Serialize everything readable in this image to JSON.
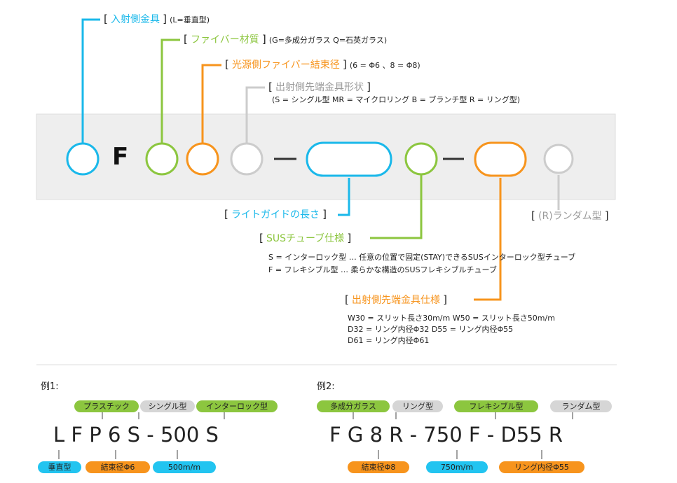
{
  "colors": {
    "blue": "#1ab8ea",
    "green": "#8cc63f",
    "orange": "#f7941d",
    "gray": "#cccccc",
    "panel": "#eeeeee"
  },
  "labels": {
    "incident": {
      "open": "[",
      "name": "入射側金具",
      "close": "]",
      "note": "(L=垂直型)"
    },
    "fiber": {
      "open": "[",
      "name": "ファイバー材質",
      "close": "]",
      "note": "(G=多成分ガラス Q=石英ガラス)"
    },
    "bundle": {
      "open": "[",
      "name": "光源側ファイバー結束径",
      "close": "]",
      "note": "(6 = Φ6 、8 = Φ8)"
    },
    "exit_shape": {
      "open": "[",
      "name": "出射側先端金具形状",
      "close": "]",
      "note": "(S = シングル型 MR = マイクロリング B = ブランチ型 R = リング型)"
    },
    "length": {
      "open": "[",
      "name": "ライトガイドの長さ",
      "close": "]"
    },
    "random": {
      "open": "[",
      "name": "(R)ランダム型",
      "close": "]"
    },
    "sus": {
      "open": "[",
      "name": "SUSチューブ仕様",
      "close": "]",
      "lines": [
        "S = インターロック型 … 任意の位置で固定(STAY)できるSUSインターロック型チューブ",
        "F = フレキシブル型 … 柔らかな構造のSUSフレキシブルチューブ"
      ]
    },
    "exit_spec": {
      "open": "[",
      "name": "出射側先端金具仕様",
      "close": "]",
      "lines": [
        "W30 = スリット長さ30m/m  W50 = スリット長さ50m/m",
        "D32 = リング内径Φ32  D55 = リング内径Φ55",
        "D61 = リング内径Φ61"
      ]
    }
  },
  "code_letter": "F",
  "dash": "—",
  "examples": [
    {
      "title": "例1:",
      "code": "L F P 6 S - 500 S",
      "top_tags": [
        "プラスチック",
        "シングル型",
        "インターロック型"
      ],
      "bottom_tags": [
        "垂直型",
        "結束径Φ6",
        "500m/m"
      ]
    },
    {
      "title": "例2:",
      "code": "F G 8 R - 750 F - D55 R",
      "top_tags": [
        "多成分ガラス",
        "リング型",
        "フレキシブル型",
        "ランダム型"
      ],
      "bottom_tags": [
        "結束径Φ8",
        "750m/m",
        "リング内径Φ55"
      ]
    }
  ]
}
